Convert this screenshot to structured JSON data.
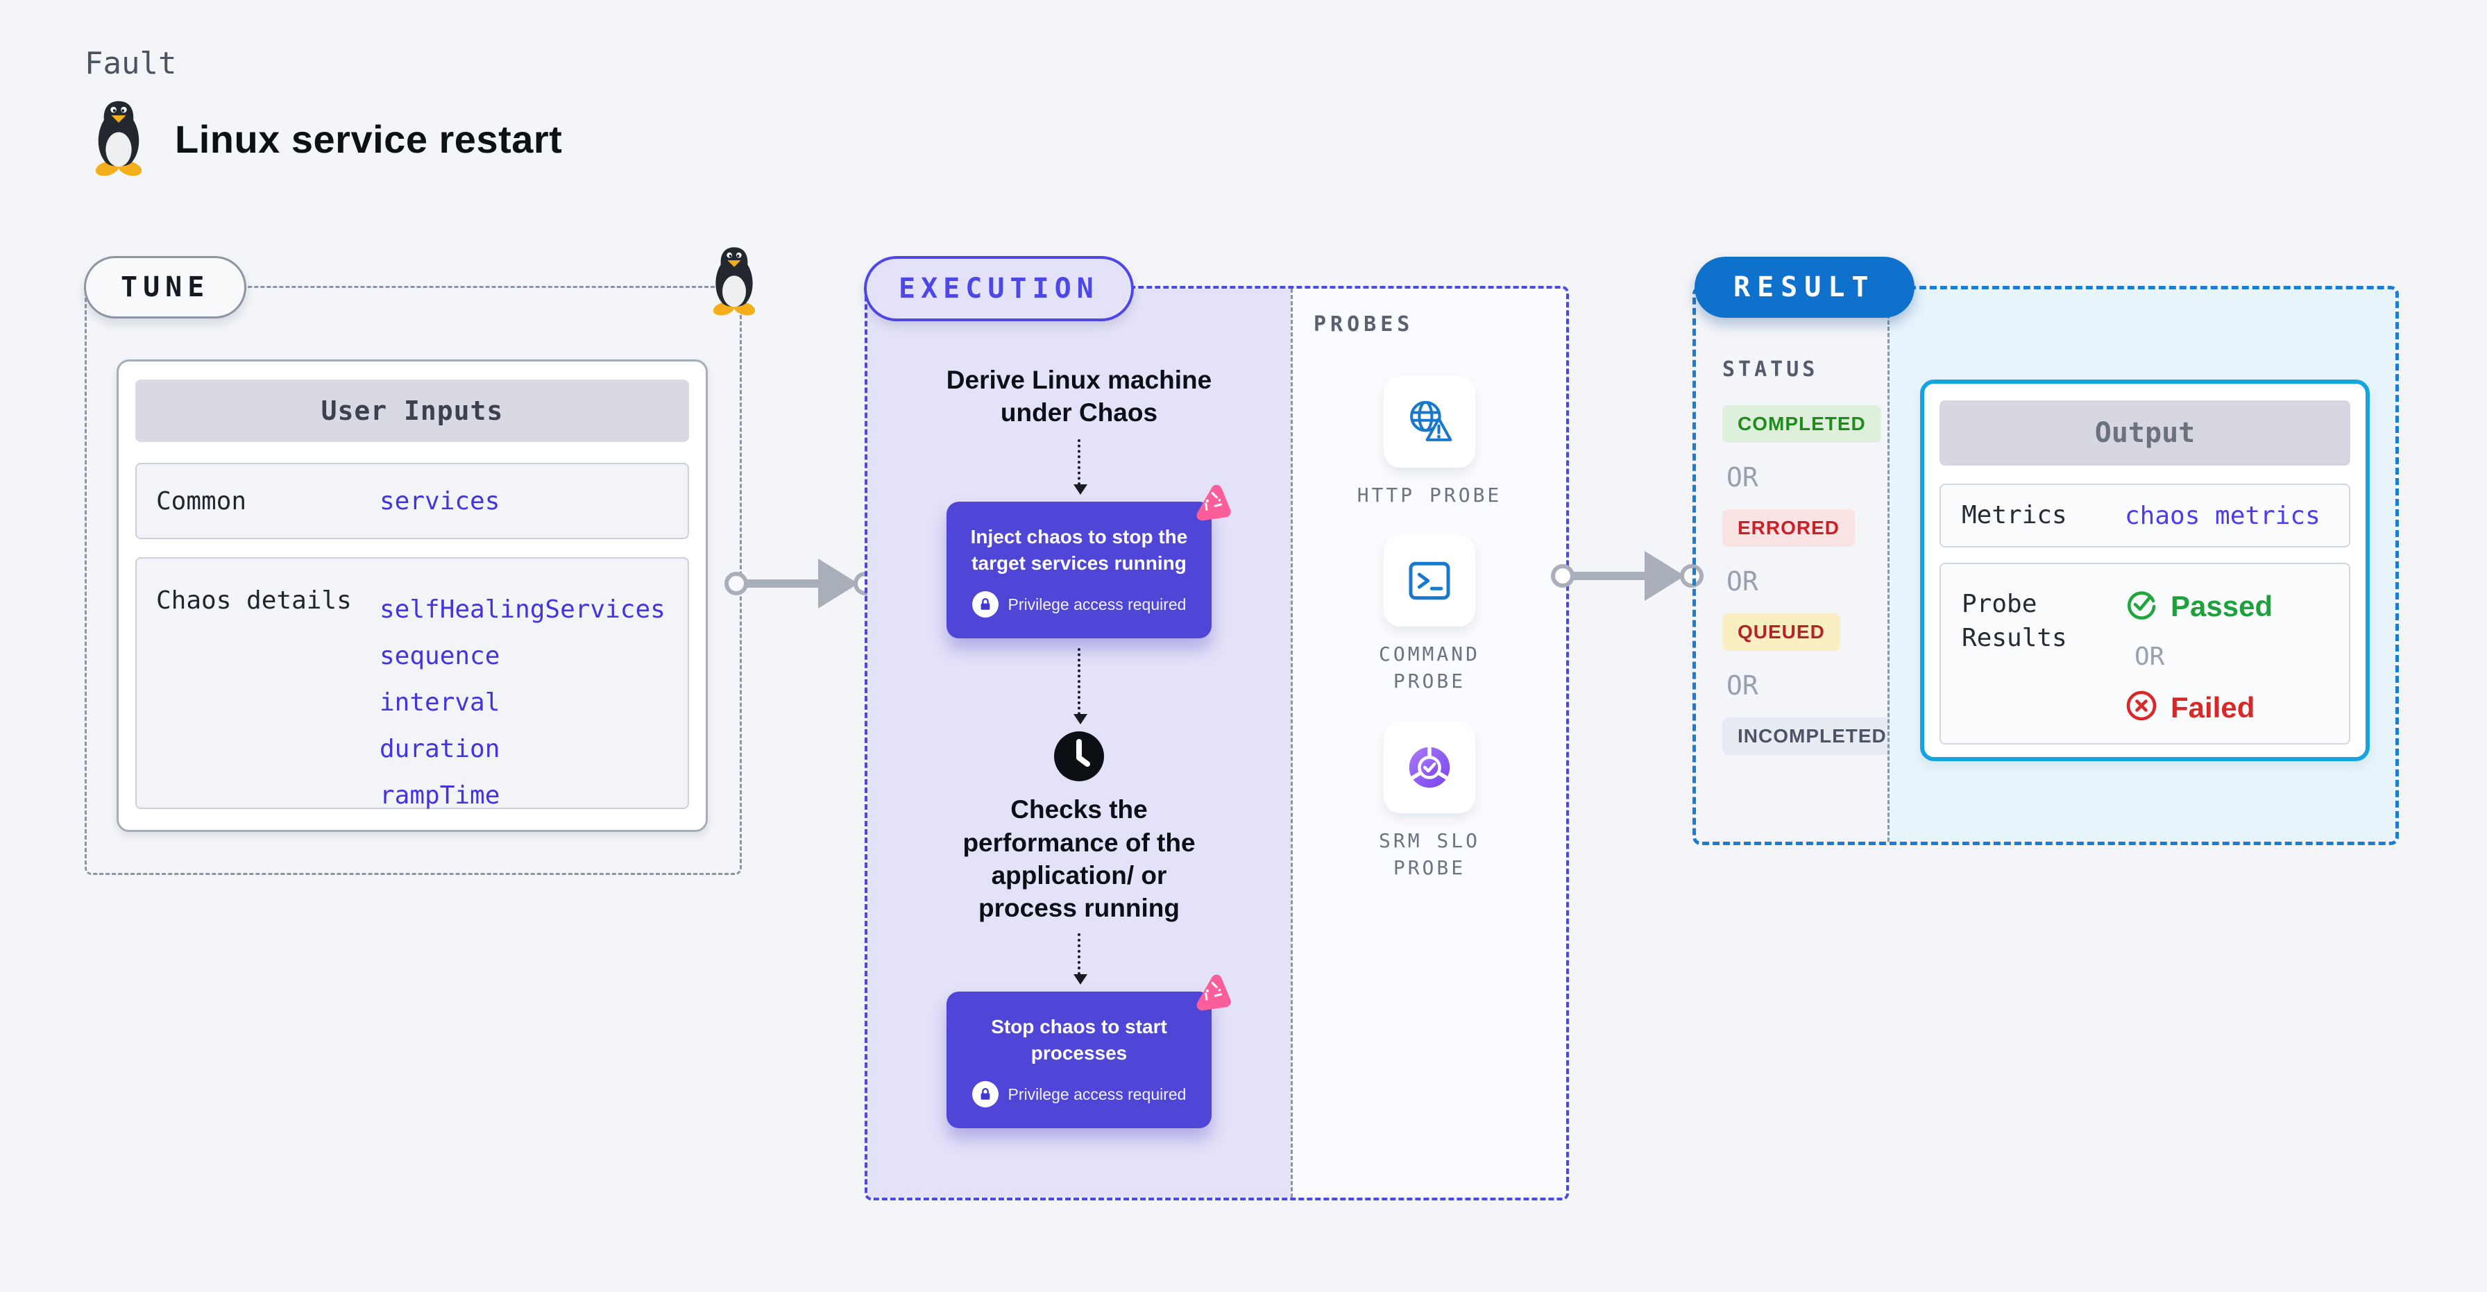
{
  "header": {
    "kicker": "Fault",
    "title": "Linux service restart"
  },
  "tune": {
    "badge": "TUNE",
    "user_inputs": {
      "header": "User Inputs",
      "rows": [
        {
          "label": "Common",
          "values": [
            "services"
          ]
        },
        {
          "label": "Chaos details",
          "values": [
            "selfHealingServices",
            "sequence",
            "interval",
            "duration",
            "rampTime"
          ]
        }
      ]
    }
  },
  "execution": {
    "badge": "EXECUTION",
    "derive_text": "Derive Linux machine under Chaos",
    "inject_box": {
      "title": "Inject chaos to stop the target services running",
      "privilege": "Privilege access required"
    },
    "checks_text": "Checks the performance of the application/ or process running",
    "stop_box": {
      "title": "Stop chaos to start processes",
      "privilege": "Privilege access required"
    }
  },
  "probes": {
    "label": "PROBES",
    "items": [
      {
        "name": "HTTP PROBE",
        "icon": "http-probe-icon"
      },
      {
        "name": "COMMAND PROBE",
        "icon": "command-probe-icon"
      },
      {
        "name": "SRM SLO PROBE",
        "icon": "srm-slo-probe-icon"
      }
    ]
  },
  "result": {
    "badge": "RESULT",
    "status": {
      "label": "STATUS",
      "separator": "OR",
      "badges": [
        {
          "text": "COMPLETED",
          "type": "completed"
        },
        {
          "text": "ERRORED",
          "type": "errored"
        },
        {
          "text": "QUEUED",
          "type": "queued"
        },
        {
          "text": "INCOMPLETED",
          "type": "incompleted"
        }
      ]
    },
    "output": {
      "header": "Output",
      "metrics_label": "Metrics",
      "metrics_value": "chaos metrics",
      "probe_results_label": "Probe Results",
      "passed": "Passed",
      "separator": "OR",
      "failed": "Failed"
    }
  },
  "icons": {
    "fault": "tux-icon",
    "chaos_logo": "chaos-logo-icon",
    "privilege": "lock-icon",
    "wait": "clock-icon",
    "passed": "check-circle-icon",
    "failed": "x-circle-icon",
    "flow": "arrow-right-icon"
  },
  "colors": {
    "background": "#f3f5f8",
    "indigo_accent": "#4c47e5",
    "indigo_fill": "#e4e2f8",
    "indigo_button": "#4f46d8",
    "value_indigo": "#4334df",
    "result_blue": "#0e72cd",
    "output_border": "#16a4e0",
    "output_fill": "#e8f4fb",
    "green": "#1f8c1d",
    "red": "#cb2026",
    "queued_bg": "#f9efc3",
    "probe_blue": "#1878cc",
    "srm_purple": "#8a55f3",
    "pink_logo": "#fb5e98",
    "arrow_gray": "#a9aebb"
  }
}
